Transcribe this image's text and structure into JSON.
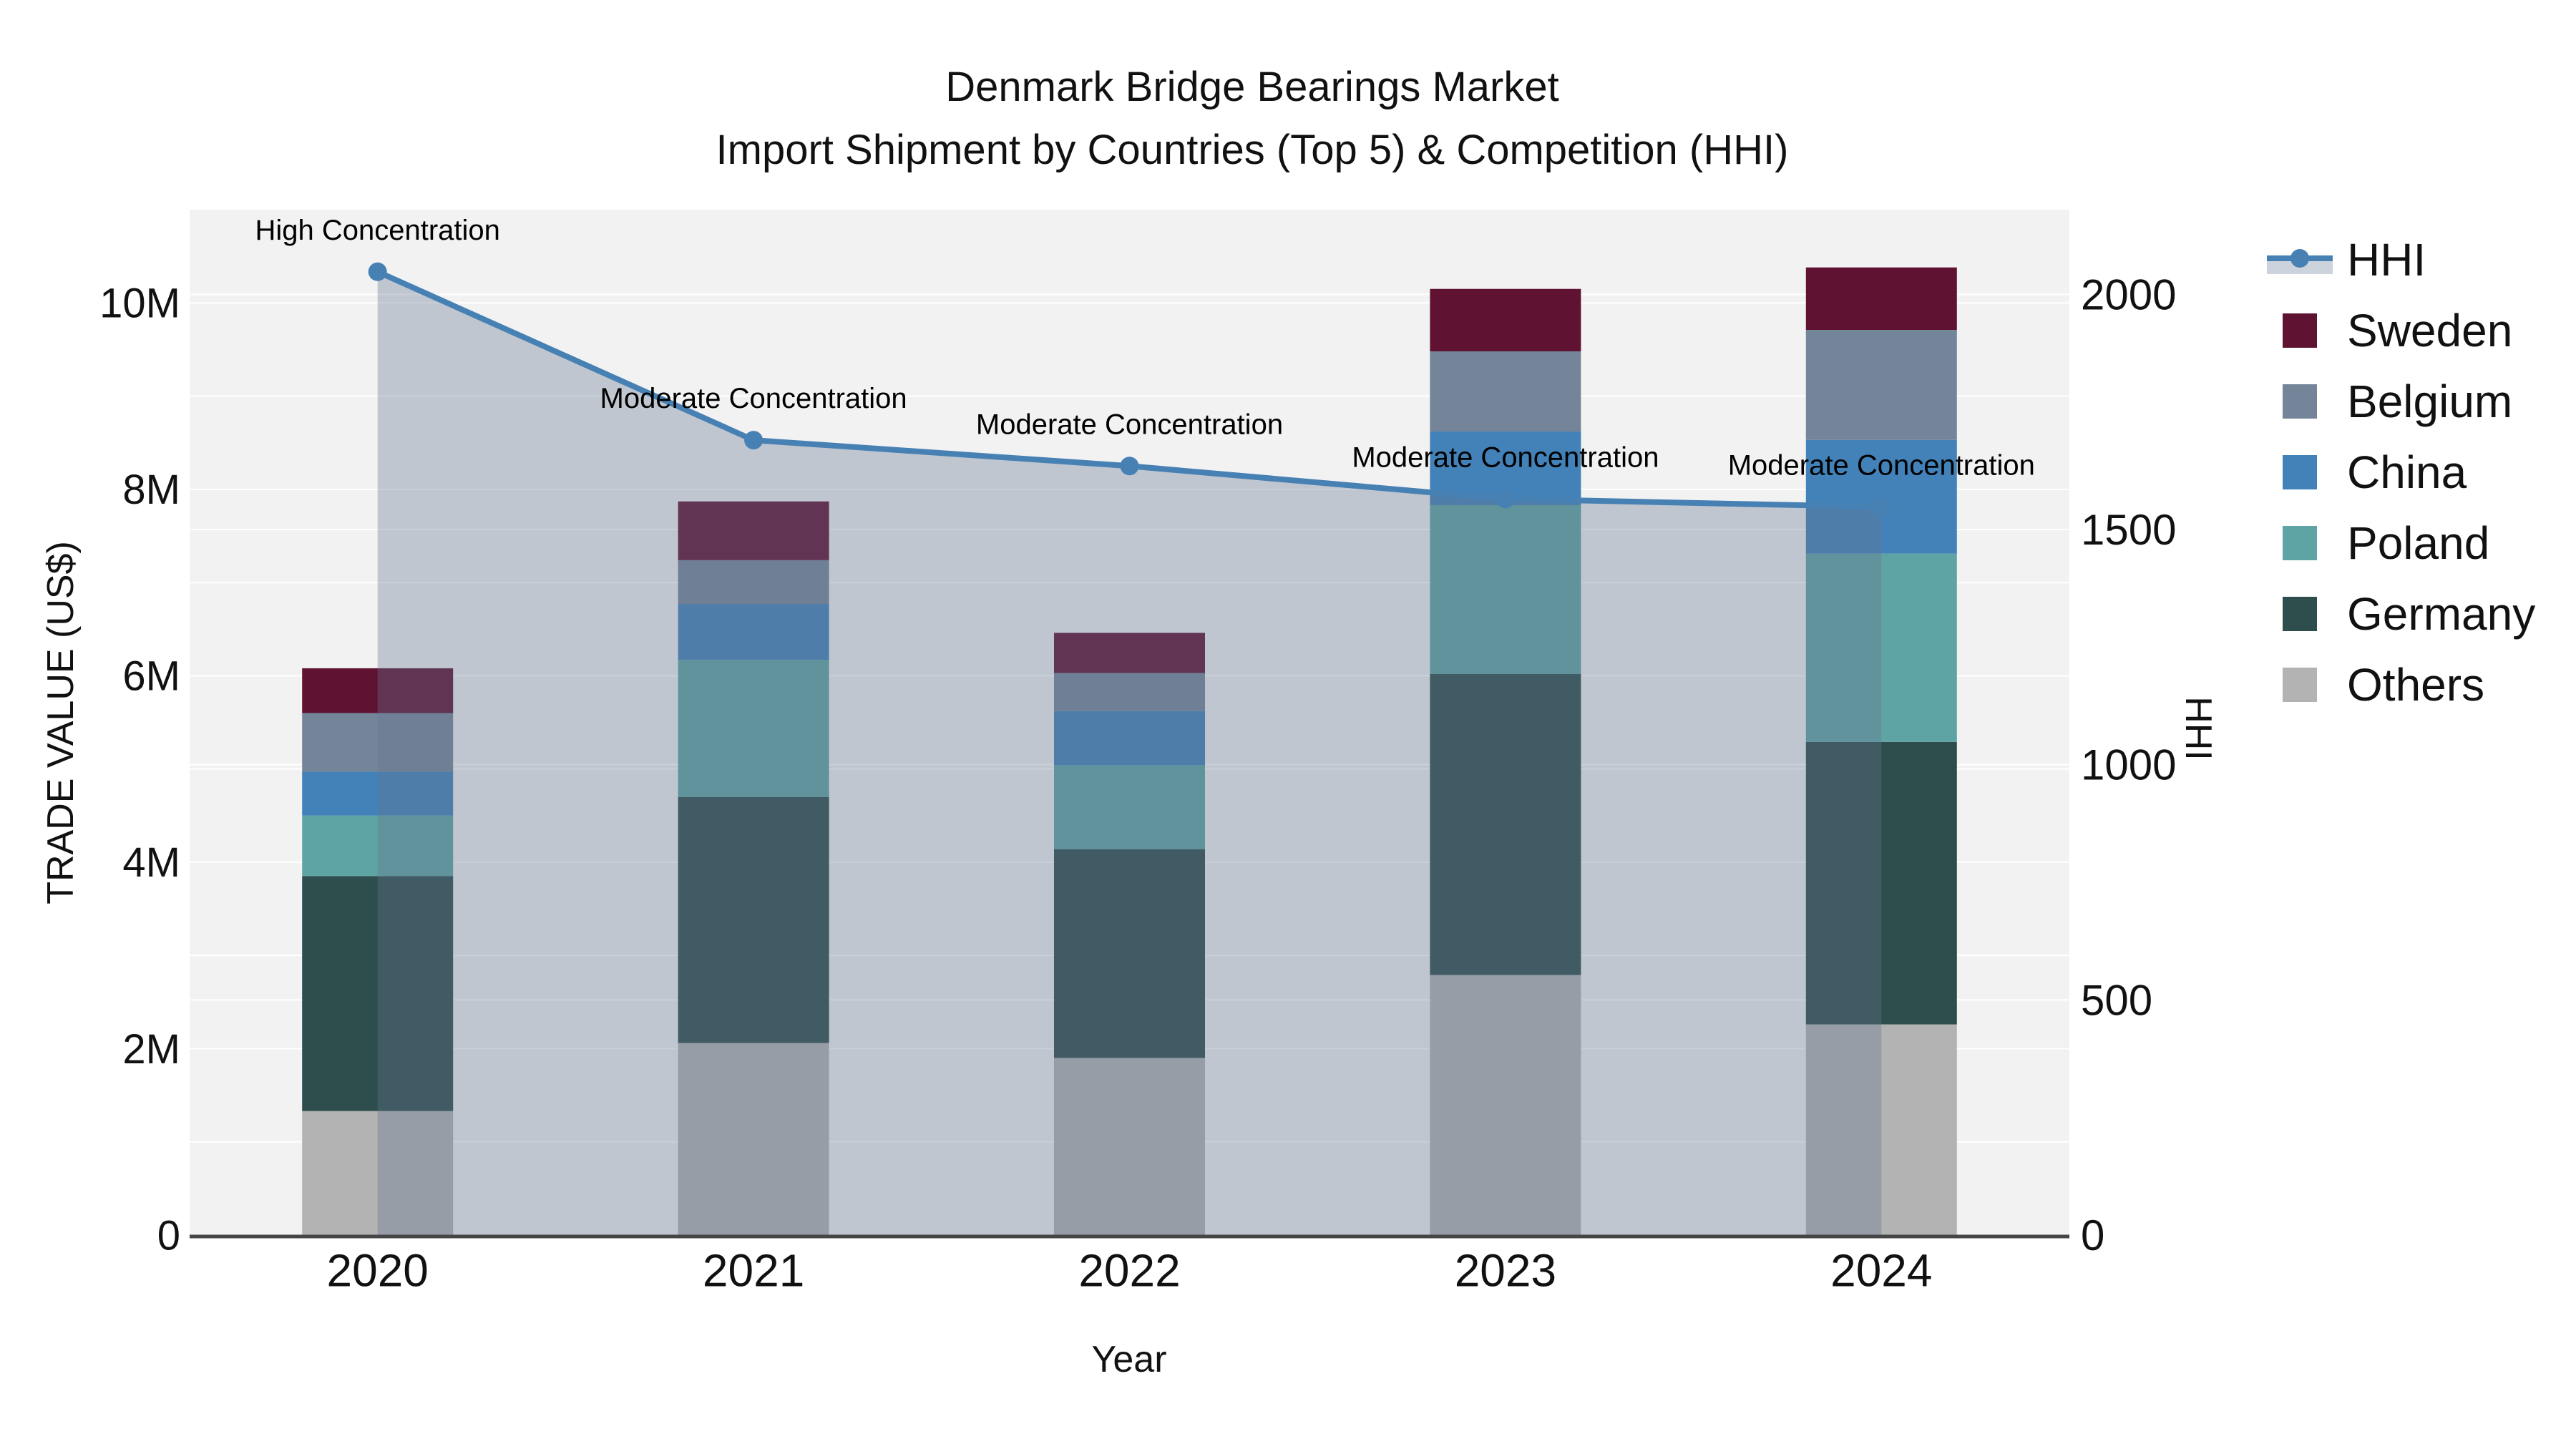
{
  "title": {
    "line1": "Denmark Bridge Bearings Market",
    "line2": "Import Shipment by Countries (Top 5) & Competition (HHI)"
  },
  "axes": {
    "x_title": "Year",
    "y_left_title": "TRADE VALUE (US$)",
    "y_right_title": "HHI",
    "y_left_tick_labels": [
      "0",
      "2M",
      "4M",
      "6M",
      "8M",
      "10M"
    ],
    "y_right_tick_labels": [
      "0",
      "500",
      "1000",
      "1500",
      "2000"
    ]
  },
  "legend": {
    "items": [
      {
        "label": "HHI",
        "kind": "line"
      },
      {
        "label": "Sweden",
        "kind": "square",
        "color": "#5F1232"
      },
      {
        "label": "Belgium",
        "kind": "square",
        "color": "#74859A"
      },
      {
        "label": "China",
        "kind": "square",
        "color": "#4282B8"
      },
      {
        "label": "Poland",
        "kind": "square",
        "color": "#5FA4A4"
      },
      {
        "label": "Germany",
        "kind": "square",
        "color": "#2D4E4C"
      },
      {
        "label": "Others",
        "kind": "square",
        "color": "#B2B3B2"
      }
    ]
  },
  "colors": {
    "hhi_line": "#4781B4",
    "hhi_fill": "rgba(99,117,143,0.35)",
    "hhi_fill_swatch": "#CDD3DC",
    "plot_background": "#F2F2F2",
    "gridline": "#FFFFFF",
    "axis_line": "#454545",
    "text": "#111111"
  },
  "chart_data": {
    "type": "bar",
    "subtype": "stacked-bar-with-line",
    "title": "Denmark Bridge Bearings Market — Import Shipment by Countries (Top 5) & Competition (HHI)",
    "categories": [
      "2020",
      "2021",
      "2022",
      "2023",
      "2024"
    ],
    "xlabel": "Year",
    "ylabel_left": "TRADE VALUE (US$)",
    "ylabel_right": "HHI",
    "bar_value_unit": "million US$",
    "stack_order_bottom_to_top": [
      "Others",
      "Germany",
      "Poland",
      "China",
      "Belgium",
      "Sweden"
    ],
    "series": [
      {
        "name": "Sweden",
        "type": "bar",
        "color": "#5F1232",
        "values": [
          0.48,
          0.63,
          0.43,
          0.67,
          0.67
        ]
      },
      {
        "name": "Belgium",
        "type": "bar",
        "color": "#74859A",
        "values": [
          0.63,
          0.47,
          0.41,
          0.86,
          1.18
        ]
      },
      {
        "name": "China",
        "type": "bar",
        "color": "#4282B8",
        "values": [
          0.47,
          0.6,
          0.58,
          0.79,
          1.22
        ]
      },
      {
        "name": "Poland",
        "type": "bar",
        "color": "#5FA4A4",
        "values": [
          0.65,
          1.47,
          0.9,
          1.81,
          2.02
        ]
      },
      {
        "name": "Germany",
        "type": "bar",
        "color": "#2D4E4C",
        "values": [
          2.52,
          2.64,
          2.24,
          3.23,
          3.03
        ]
      },
      {
        "name": "Others",
        "type": "bar",
        "color": "#B2B3B2",
        "values": [
          1.33,
          2.06,
          1.9,
          2.79,
          2.26
        ]
      }
    ],
    "bar_totals": [
      6.08,
      7.87,
      6.46,
      10.15,
      10.38
    ],
    "line_series": {
      "name": "HHI",
      "type": "line",
      "axis": "right",
      "color": "#4781B4",
      "fill_color": "rgba(99,117,143,0.35)",
      "values": [
        2048,
        1690,
        1635,
        1565,
        1548
      ]
    },
    "annotations": [
      {
        "category": "2020",
        "text": "High Concentration"
      },
      {
        "category": "2021",
        "text": "Moderate Concentration"
      },
      {
        "category": "2022",
        "text": "Moderate Concentration"
      },
      {
        "category": "2023",
        "text": "Moderate Concentration"
      },
      {
        "category": "2024",
        "text": "Moderate Concentration"
      }
    ],
    "y_left_axis": {
      "range": [
        0,
        11.0
      ],
      "ticks": [
        0,
        2,
        4,
        6,
        8,
        10
      ],
      "gridlines_every_millions": 1
    },
    "y_right_axis": {
      "range": [
        0,
        2180
      ],
      "ticks": [
        0,
        500,
        1000,
        1500,
        2000
      ]
    },
    "grid": true,
    "legend_position": "right"
  }
}
